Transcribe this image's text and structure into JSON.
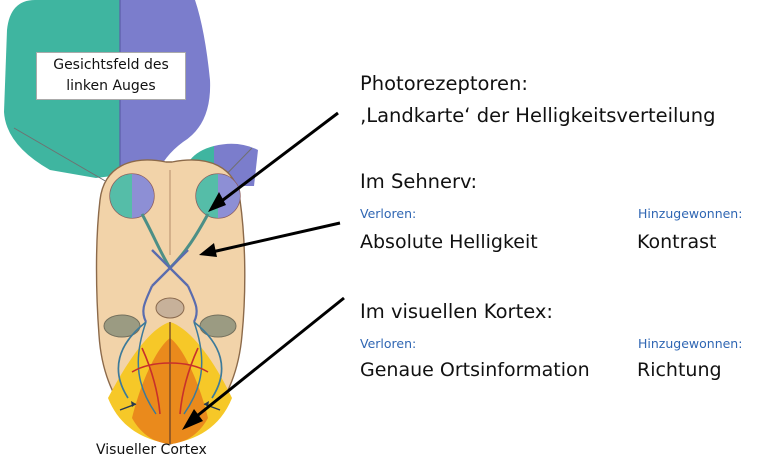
{
  "figure": {
    "field_label": "Gesichtsfeld des\nlinken Auges",
    "cortex_label": "Visueller Cortex",
    "colors": {
      "teal": "#3fb5a0",
      "blue": "#7b7dcc",
      "skin": "#f2d3a9",
      "yellow": "#f6c828",
      "orange": "#ea8a1c",
      "nerve": "#4c8f86",
      "red": "#c8302b"
    }
  },
  "sections": {
    "photoreceptors": {
      "title": "Photorezeptoren:",
      "subtitle": "‚Landkarte‘ der Helligkeitsverteilung"
    },
    "optic_nerve": {
      "title": "Im Sehnerv:",
      "lost_label": "Verloren:",
      "gained_label": "Hinzugewonnen:",
      "lost_value": "Absolute Helligkeit",
      "gained_value": "Kontrast"
    },
    "visual_cortex": {
      "title": "Im visuellen Kortex:",
      "lost_label": "Verloren:",
      "gained_label": "Hinzugewonnen:",
      "lost_value": "Genaue Ortsinformation",
      "gained_value": "Richtung"
    }
  }
}
